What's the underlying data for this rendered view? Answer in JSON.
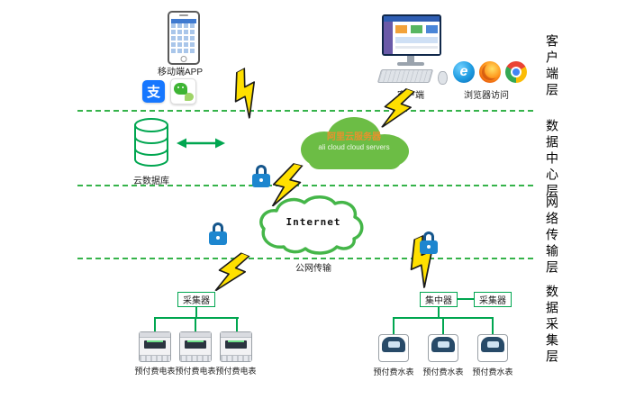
{
  "layer_labels": {
    "client": "客户端层",
    "data_center": "数据中心层",
    "network": "网络传输层",
    "collection": "数据采集层"
  },
  "client_layer": {
    "mobile_app_label": "移动端APP",
    "client_label": "客户端",
    "browser_label": "浏览器访问",
    "alipay_glyph": "支",
    "ie_glyph": "e"
  },
  "data_center_layer": {
    "cloud_db_label": "云数据库",
    "ali_cloud_title": "阿里云服务器",
    "ali_cloud_subtitle": "ali cloud  cloud servers"
  },
  "network_layer": {
    "internet_label": "Internet",
    "public_net_label": "公网传输"
  },
  "collection_layer": {
    "collector_left_label": "采集器",
    "concentrator_label": "集中器",
    "collector_right_label": "采集器",
    "electric_meter_labels": [
      "预付费电表",
      "预付费电表",
      "预付费电表"
    ],
    "water_meter_labels": [
      "预付费水表",
      "预付费水表",
      "预付费水表"
    ]
  },
  "colors": {
    "line_green": "#00a650",
    "cloud_green": "#6cbd45",
    "bolt_yellow": "#ffe000",
    "lock_blue": "#1d86cf"
  },
  "icons": [
    "mobile-phone-icon",
    "alipay-icon",
    "wechat-icon",
    "desktop-computer-icon",
    "ie-browser-icon",
    "firefox-browser-icon",
    "chrome-browser-icon",
    "database-icon",
    "bidirectional-arrow-icon",
    "lock-icon",
    "lightning-icon",
    "ali-cloud-icon",
    "internet-cloud-icon",
    "electric-meter-icon",
    "water-meter-icon"
  ]
}
